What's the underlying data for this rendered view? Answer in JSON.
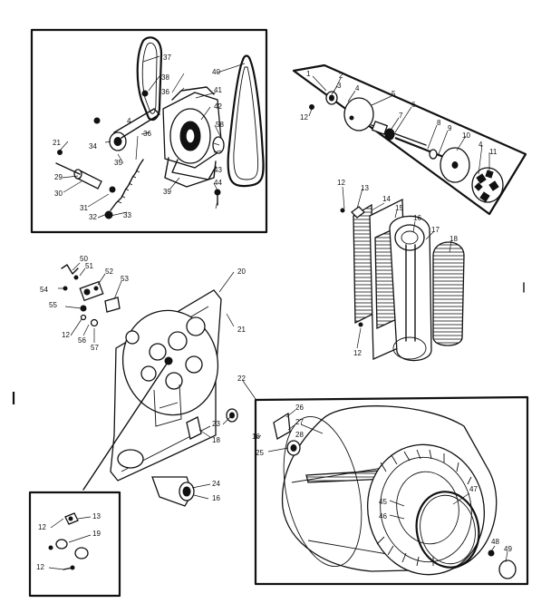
{
  "labels": {
    "n1": "1",
    "n2": "2",
    "n3": "3",
    "n4a": "4",
    "n4b": "4",
    "n4c": "4",
    "n5": "5",
    "n6": "6",
    "n7": "7",
    "n8": "8",
    "n9": "9",
    "n10": "10",
    "n11": "11",
    "n12a": "12",
    "n12b": "12",
    "n12c": "12",
    "n12d": "12",
    "n12e": "12",
    "n12f": "12",
    "n13a": "13",
    "n13b": "13",
    "n14": "14",
    "n15": "15",
    "n16a": "16",
    "n16b": "16",
    "n16c": "16",
    "n17": "17",
    "n18a": "18",
    "n18b": "18",
    "n19": "19",
    "n20": "20",
    "n21a": "21",
    "n21b": "21",
    "n22": "22",
    "n23": "23",
    "n24": "24",
    "n25": "25",
    "n26": "26",
    "n27": "27",
    "n28": "28",
    "n29": "29",
    "n30": "30",
    "n31": "31",
    "n32": "32",
    "n33": "33",
    "n34": "34",
    "n35": "35",
    "n36": "36",
    "n37": "37",
    "n38": "38",
    "n39": "39",
    "n40": "40",
    "n41": "41",
    "n42": "42",
    "n43": "43",
    "n44": "44",
    "n45": "45",
    "n46": "46",
    "n47": "47",
    "n48": "48",
    "n49": "49",
    "n50": "50",
    "n51": "51",
    "n52": "52",
    "n53": "53",
    "n54": "54",
    "n55": "55",
    "n56": "56",
    "n57": "57",
    "n58": "58"
  }
}
